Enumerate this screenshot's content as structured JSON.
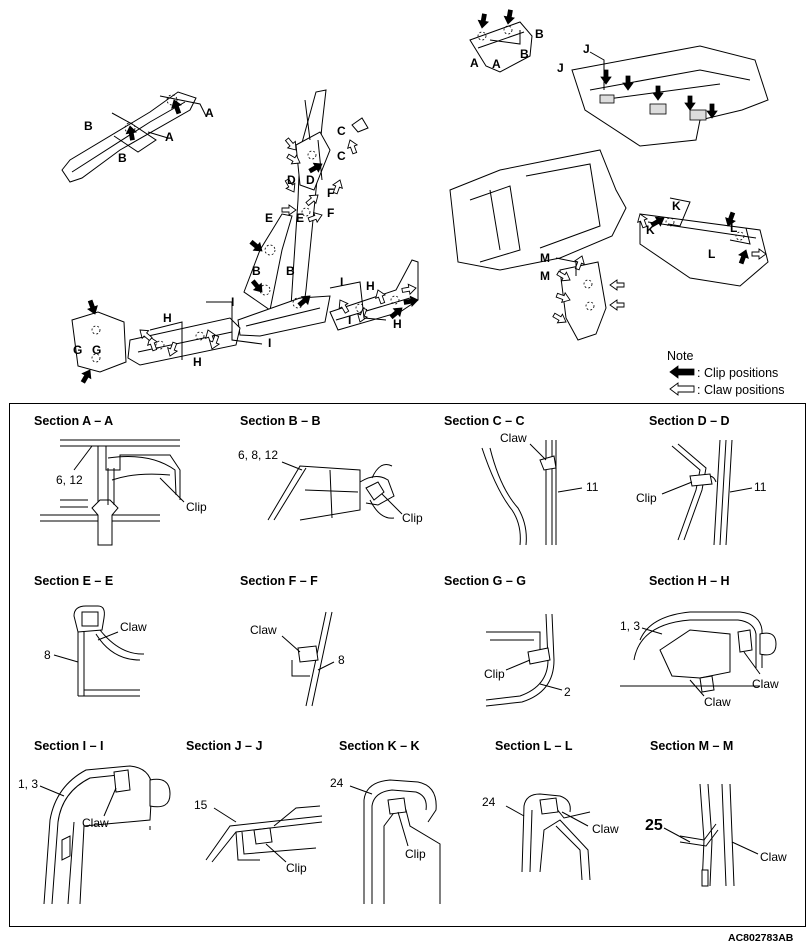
{
  "note": {
    "title": "Note",
    "clip": ": Clip positions",
    "claw": ": Claw positions"
  },
  "figure_code": "AC802783AB",
  "overview_labels": {
    "a": "A",
    "b": "B",
    "c": "C",
    "d": "D",
    "e": "E",
    "f": "F",
    "g": "G",
    "h": "H",
    "i": "I",
    "j": "J",
    "k": "K",
    "l": "L",
    "m": "M"
  },
  "sections": [
    {
      "title": "Section A – A",
      "callouts": [
        "6, 12",
        "Clip"
      ]
    },
    {
      "title": "Section B – B",
      "callouts": [
        "6, 8, 12",
        "Clip"
      ]
    },
    {
      "title": "Section C – C",
      "callouts": [
        "Claw",
        "11"
      ]
    },
    {
      "title": "Section D – D",
      "callouts": [
        "Clip",
        "11"
      ]
    },
    {
      "title": "Section E – E",
      "callouts": [
        "Claw",
        "8"
      ]
    },
    {
      "title": "Section F – F",
      "callouts": [
        "Claw",
        "8"
      ]
    },
    {
      "title": "Section G – G",
      "callouts": [
        "Clip",
        "2"
      ]
    },
    {
      "title": "Section H – H",
      "callouts": [
        "1, 3",
        "Claw",
        "Claw"
      ]
    },
    {
      "title": "Section I – I",
      "callouts": [
        "1, 3",
        "Claw"
      ]
    },
    {
      "title": "Section J – J",
      "callouts": [
        "15",
        "Clip"
      ]
    },
    {
      "title": "Section K – K",
      "callouts": [
        "24",
        "Clip"
      ]
    },
    {
      "title": "Section L – L",
      "callouts": [
        "24",
        "Claw"
      ]
    },
    {
      "title": "Section M – M",
      "callouts": [
        "25",
        "Claw"
      ]
    }
  ]
}
